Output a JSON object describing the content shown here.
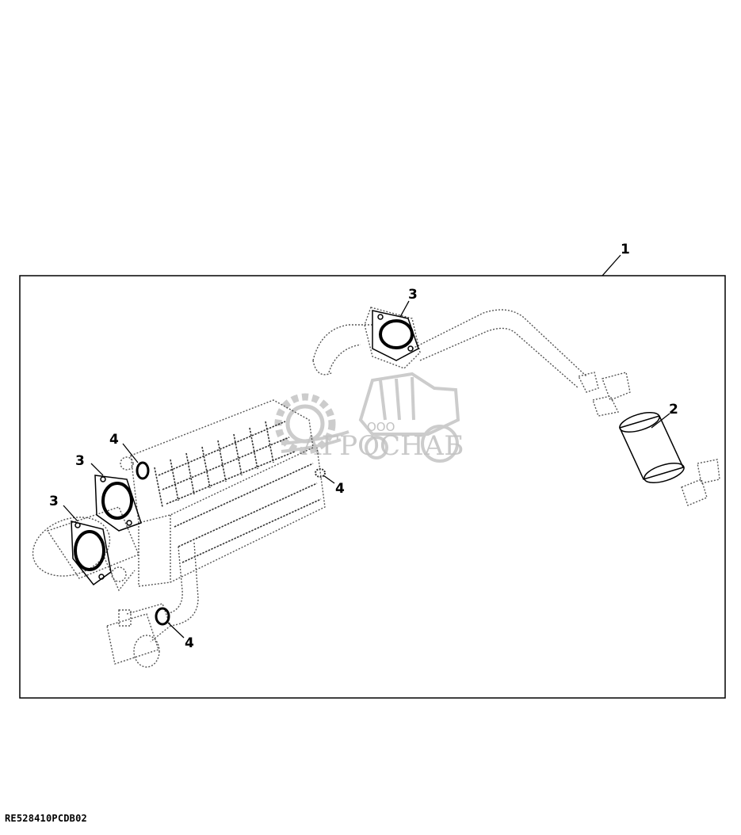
{
  "figure_code": "RE528410PCDB02",
  "watermark": {
    "prefix": "ООО",
    "name": "АГРОСНАБ"
  },
  "callouts": [
    {
      "id": "1",
      "label": "1"
    },
    {
      "id": "2",
      "label": "2"
    },
    {
      "id": "3a",
      "label": "3"
    },
    {
      "id": "3b",
      "label": "3"
    },
    {
      "id": "3c",
      "label": "3"
    },
    {
      "id": "4a",
      "label": "4"
    },
    {
      "id": "4b",
      "label": "4"
    },
    {
      "id": "4c",
      "label": "4"
    }
  ]
}
